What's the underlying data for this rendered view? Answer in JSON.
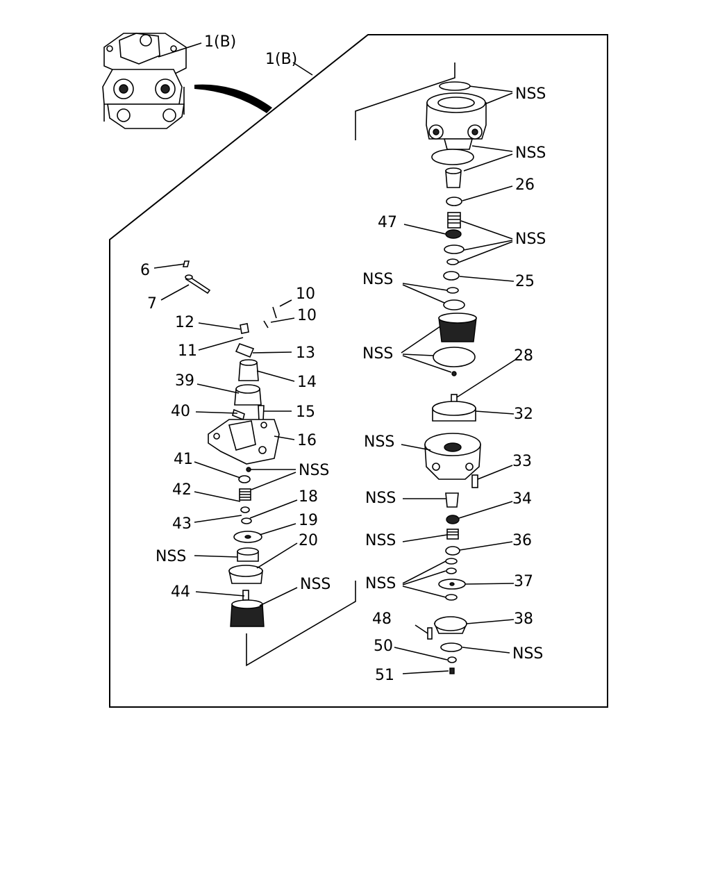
{
  "callouts": {
    "assembly_ref_1": "1(B)",
    "assembly_ref_2": "1(B)",
    "p6": "6",
    "p7": "7",
    "p10a": "10",
    "p10b": "10",
    "p12": "12",
    "p11": "11",
    "p13": "13",
    "p14": "14",
    "p39": "39",
    "p40": "40",
    "p15": "15",
    "p16": "16",
    "p41": "41",
    "p42": "42",
    "p43": "43",
    "p18": "18",
    "p19": "19",
    "p20": "20",
    "p44": "44",
    "nss_l1": "NSS",
    "nss_l2": "NSS",
    "nss_l3": "NSS",
    "nss_r1": "NSS",
    "nss_r2": "NSS",
    "nss_r3": "NSS",
    "nss_r4": "NSS",
    "nss_r5": "NSS",
    "nss_r6": "NSS",
    "nss_r7": "NSS",
    "nss_r8": "NSS",
    "nss_r9": "NSS",
    "nss_r10": "NSS",
    "p26": "26",
    "p47": "47",
    "p25": "25",
    "p28": "28",
    "p32": "32",
    "p33": "33",
    "p34": "34",
    "p36": "36",
    "p37": "37",
    "p38": "38",
    "p48": "48",
    "p50": "50",
    "p51": "51"
  }
}
